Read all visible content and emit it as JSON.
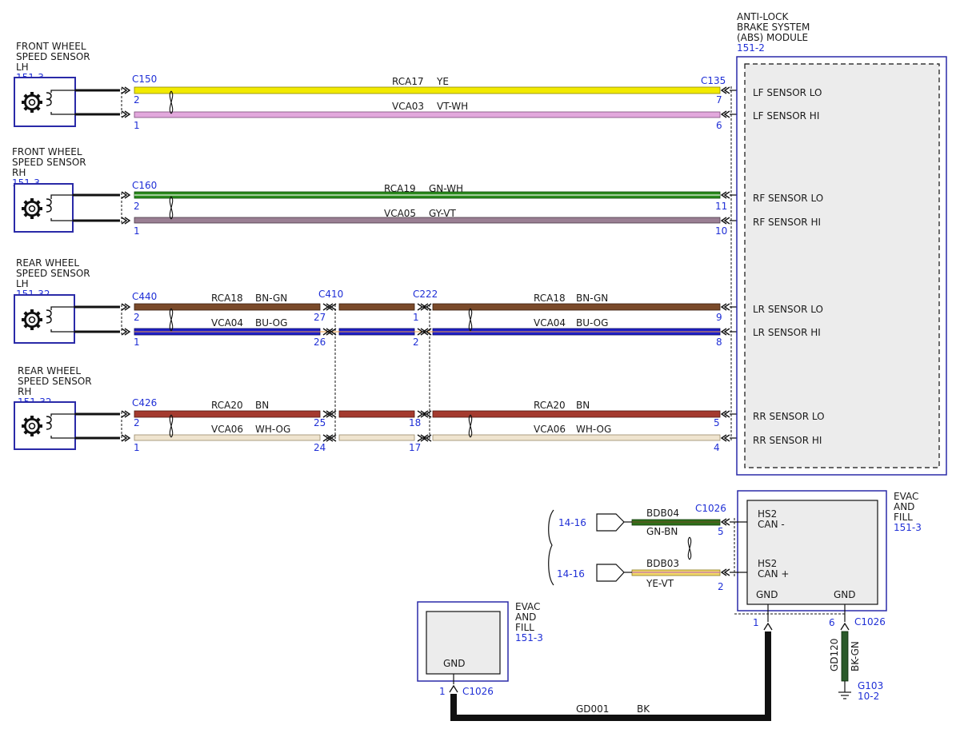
{
  "colors": {
    "ref_blue": "#1f2fd6",
    "wire_YE": "#f2ea00",
    "wire_VT-WH": "#e2a8dc",
    "wire_GN-WH": "#2a8a1c",
    "wire_GY-VT": "#9a7f93",
    "wire_BN-GN": "#7a4a2a",
    "wire_BU-OG": "#1f1fc8",
    "wire_BN": "#a43a2e",
    "wire_WH-OG": "#efe4cf",
    "wire_GN-BN": "#2f6f1a",
    "wire_YE-VT": "#f2d86a",
    "wire_BK-GN": "#2a5a2a",
    "wire_BK": "#111111"
  },
  "sensors": {
    "fl": {
      "line1": "FRONT WHEEL",
      "line2": "SPEED SENSOR",
      "line3": "LH",
      "ref": "151-3"
    },
    "fr": {
      "line1": "FRONT WHEEL",
      "line2": "SPEED SENSOR",
      "line3": "RH",
      "ref": "151-3"
    },
    "rl": {
      "line1": "REAR WHEEL",
      "line2": "SPEED SENSOR",
      "line3": "LH",
      "ref": "151-32"
    },
    "rr": {
      "line1": "REAR WHEEL",
      "line2": "SPEED SENSOR",
      "line3": "RH",
      "ref": "151-32"
    }
  },
  "abs": {
    "line1": "ANTI-LOCK",
    "line2": "BRAKE SYSTEM",
    "line3": "(ABS) MODULE",
    "ref": "151-2",
    "pins": [
      "LF SENSOR LO",
      "LF SENSOR HI",
      "RF SENSOR LO",
      "RF SENSOR HI",
      "LR SENSOR LO",
      "LR SENSOR HI",
      "RR SENSOR LO",
      "RR SENSOR HI"
    ]
  },
  "connectors": {
    "c150": "C150",
    "c135": "C135",
    "c160": "C160",
    "c440": "C440",
    "c410": "C410",
    "c222": "C222",
    "c426": "C426",
    "c1026": "C1026"
  },
  "wires": {
    "rca17": {
      "circuit": "RCA17",
      "color": "YE",
      "pin_left": "2",
      "pin_right": "7"
    },
    "vca03": {
      "circuit": "VCA03",
      "color": "VT-WH",
      "pin_left": "1",
      "pin_right": "6"
    },
    "rca19": {
      "circuit": "RCA19",
      "color": "GN-WH",
      "pin_left": "2",
      "pin_right": "11"
    },
    "vca05": {
      "circuit": "VCA05",
      "color": "GY-VT",
      "pin_left": "1",
      "pin_right": "10"
    },
    "rca18": {
      "circuit": "RCA18",
      "color": "BN-GN",
      "pin_left": "2",
      "pin_c410": "27",
      "pin_c222": "1",
      "pin_right": "9"
    },
    "vca04": {
      "circuit": "VCA04",
      "color": "BU-OG",
      "pin_left": "1",
      "pin_c410": "26",
      "pin_c222": "2",
      "pin_right": "8"
    },
    "rca20": {
      "circuit": "RCA20",
      "color": "BN",
      "pin_left": "2",
      "pin_c410": "25",
      "pin_c222": "18",
      "pin_right": "5"
    },
    "vca06": {
      "circuit": "VCA06",
      "color": "WH-OG",
      "pin_left": "1",
      "pin_c410": "24",
      "pin_c222": "17",
      "pin_right": "4"
    },
    "bdb04": {
      "circuit": "BDB04",
      "color": "GN-BN",
      "pin": "5",
      "ref": "14-16"
    },
    "bdb03": {
      "circuit": "BDB03",
      "color": "YE-VT",
      "pin": "2",
      "ref": "14-16"
    },
    "gd001": {
      "circuit": "GD001",
      "color": "BK"
    },
    "gd120": {
      "circuit": "GD120",
      "color": "BK-GN"
    }
  },
  "evac_main": {
    "line1": "EVAC",
    "line2": "AND",
    "line3": "FILL",
    "ref": "151-3",
    "hs2_lo_1": "HS2",
    "hs2_lo_2": "CAN -",
    "hs2_hi_1": "HS2",
    "hs2_hi_2": "CAN +",
    "gnd1": "GND",
    "gnd2": "GND",
    "gnd1_pin": "1",
    "gnd2_pin": "6"
  },
  "evac_small": {
    "line1": "EVAC",
    "line2": "AND",
    "line3": "FILL",
    "ref": "151-3",
    "gnd": "GND",
    "pin": "1"
  },
  "ground": {
    "name": "G103",
    "ref": "10-2"
  }
}
